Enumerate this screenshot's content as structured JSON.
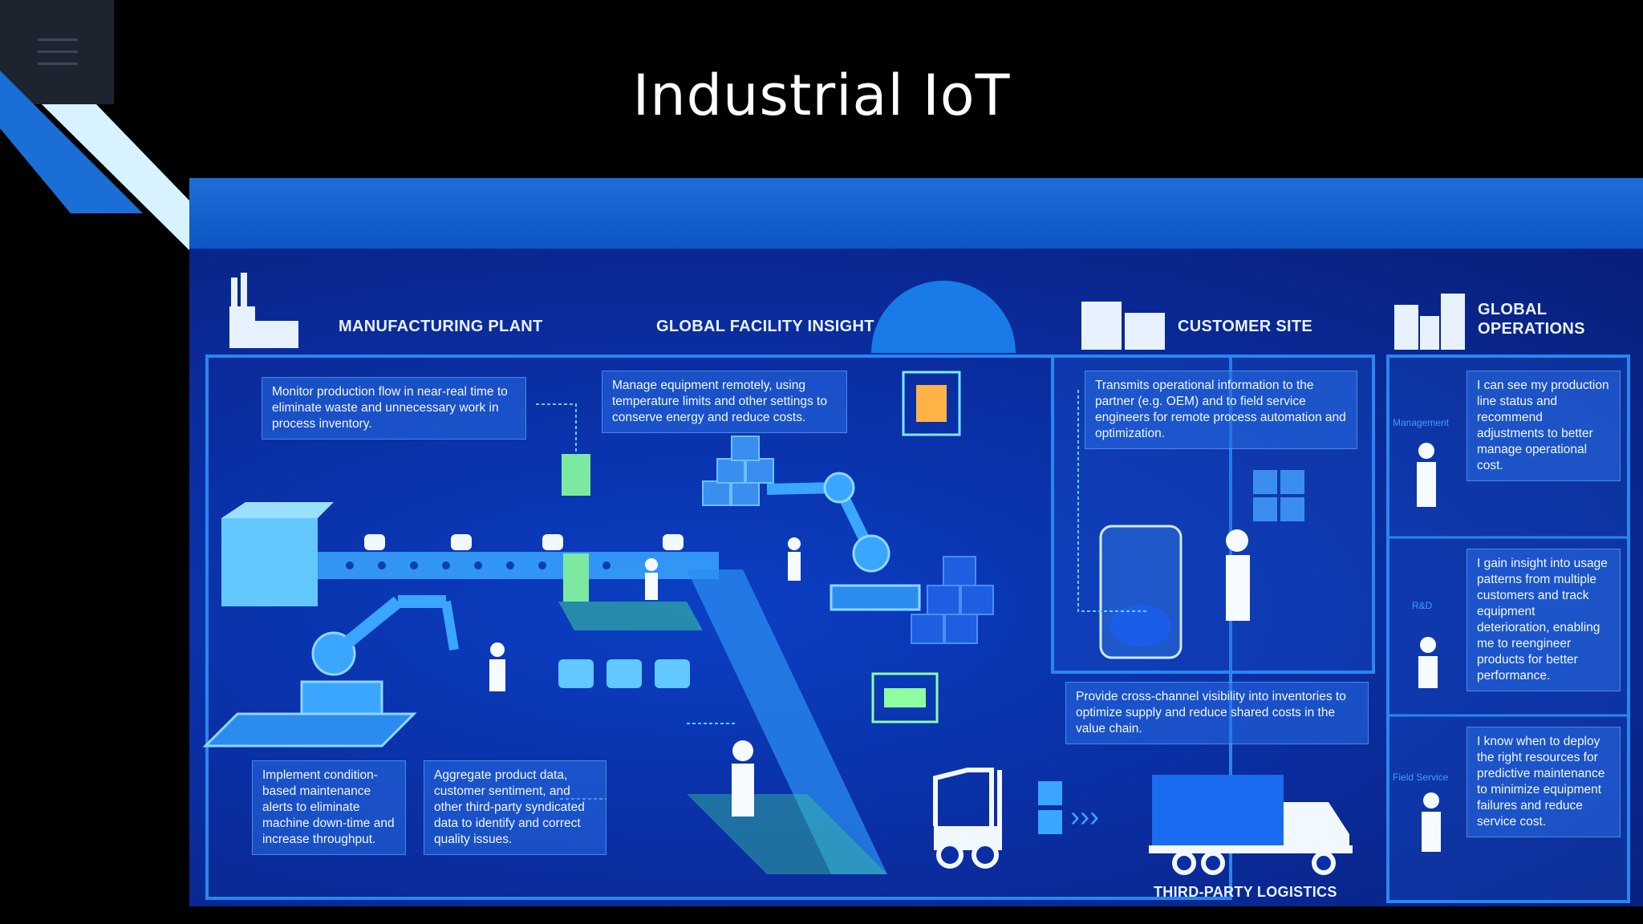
{
  "slide": {
    "title": "Industrial IoT"
  },
  "menu": {
    "icon": "hamburger-menu-icon"
  },
  "sections": {
    "manufacturing": "MANUFACTURING PLANT",
    "global_facility": "GLOBAL FACILITY INSIGHT",
    "customer_site": "CUSTOMER SITE",
    "global_operations": "GLOBAL OPERATIONS",
    "logistics": "THIRD-PARTY LOGISTICS"
  },
  "callouts": {
    "monitor": "Monitor production flow in near-real time to eliminate waste and unnecessary work in process inventory.",
    "manage": "Manage equipment remotely, using temperature limits and other settings to conserve energy and reduce costs.",
    "maintenance": "Implement condition-based maintenance alerts to eliminate machine down-time and increase throughput.",
    "aggregate": "Aggregate product data, customer sentiment, and other third-party syndicated data to identify and correct quality issues.",
    "transmits": "Transmits operational information to the partner (e.g. OEM) and to field service engineers for remote process automation and optimization.",
    "visibility": "Provide cross-channel visibility into inventories to optimize supply and reduce shared costs in the value chain."
  },
  "roles": [
    {
      "side": "Management",
      "text": "I can see my production line status and recommend adjustments to better manage operational cost."
    },
    {
      "side": "R&D",
      "text": "I gain insight into usage patterns from multiple customers and track equipment deterioration, enabling me to reengineer products for better performance."
    },
    {
      "side": "Field Service",
      "text": "I know when to deploy the right resources for predictive maintenance to minimize equipment failures and reduce service cost."
    }
  ],
  "colors": {
    "accent": "#1f6ed8",
    "panel": "#0a2fa4",
    "line": "#2a86f0"
  }
}
